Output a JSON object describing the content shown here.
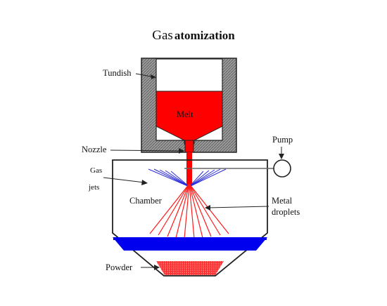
{
  "title": {
    "part1": "Gas",
    "part2": "atomization"
  },
  "labels": {
    "tundish": "Tundish",
    "melt": "Melt",
    "nozzle": "Nozzle",
    "pump": "Pump",
    "gas_line1": "Gas",
    "gas_line2": "jets",
    "chamber": "Chamber",
    "metal_line1": "Metal",
    "metal_line2": "droplets",
    "powder": "Powder"
  },
  "colors": {
    "melt": "#ff0000",
    "tundish_wall": "#8c8c8c",
    "gas_jets": "#2a2ad8",
    "droplets": "#ff1a1a",
    "powder_bed_blue": "#0000ee",
    "powder": "#ff3333",
    "outline": "#222222"
  }
}
